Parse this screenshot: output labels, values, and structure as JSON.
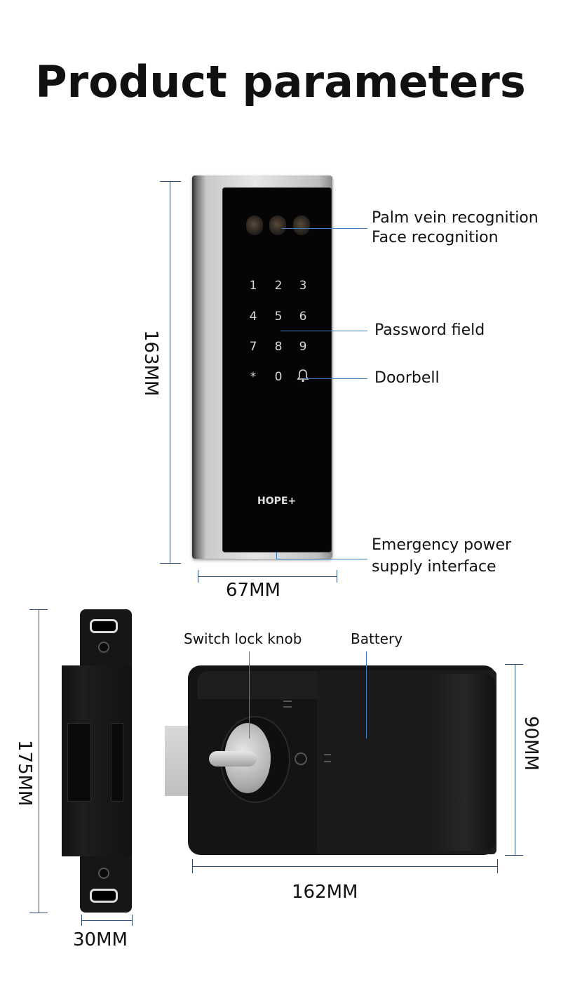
{
  "title": "Product parameters",
  "front": {
    "logo": "HOPE+",
    "keys": [
      "1",
      "2",
      "3",
      "4",
      "5",
      "6",
      "7",
      "8",
      "9",
      "*",
      "0",
      "bell"
    ],
    "height_label": "163MM",
    "width_label": "67MM"
  },
  "callouts": {
    "palm_vein": "Palm vein recognition",
    "face": "Face recognition",
    "password": "Password field",
    "doorbell": "Doorbell",
    "emergency_line1": "Emergency power",
    "emergency_line2": "supply interface",
    "switch_knob": "Switch lock knob",
    "battery": "Battery"
  },
  "strike": {
    "height_label": "175MM",
    "width_label": "30MM"
  },
  "lock_body": {
    "height_label": "90MM",
    "width_label": "162MM"
  },
  "colors": {
    "callout_line": "#3a7fc2",
    "dimension_line": "#2a4f7c"
  }
}
